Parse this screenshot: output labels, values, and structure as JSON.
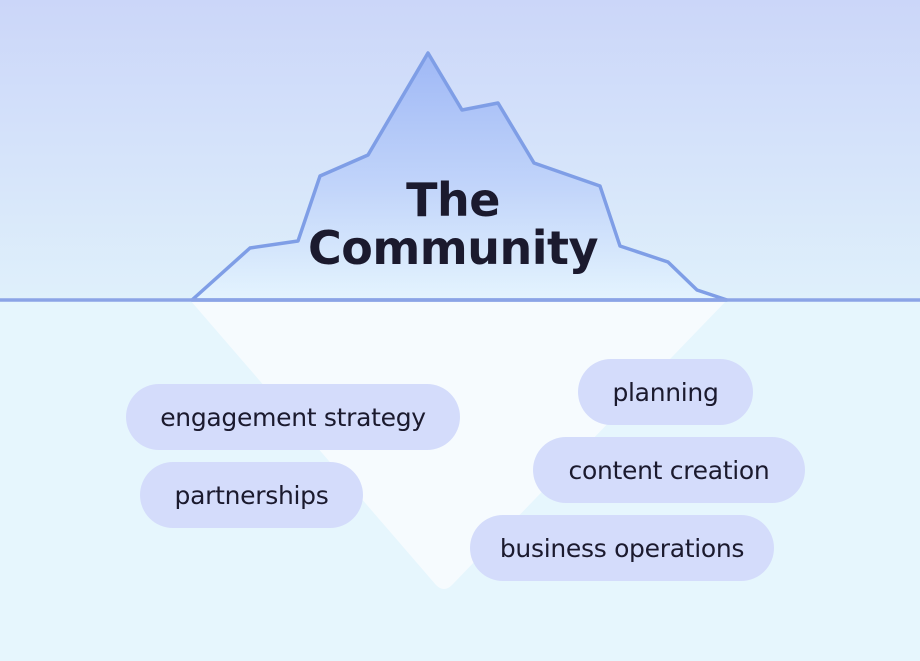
{
  "title": {
    "line1": "The",
    "line2": "Community"
  },
  "labels": {
    "engagement_strategy": "engagement strategy",
    "partnerships": "partnerships",
    "planning": "planning",
    "content_creation": "content creation",
    "business_operations": "business operations"
  },
  "colors": {
    "sky_top": "#cbd6f9",
    "sky_bottom": "#dff0fb",
    "water": "#e6f6fd",
    "iceberg_top": "#9fb8f6",
    "iceberg_bottom": "#e4f4fe",
    "iceberg_outline": "#7f9ee6",
    "underwater_ice": "#f6fbfe",
    "waterline": "#8ba4e6",
    "pill": "#d4dcfb",
    "text": "#1b1a2e"
  }
}
